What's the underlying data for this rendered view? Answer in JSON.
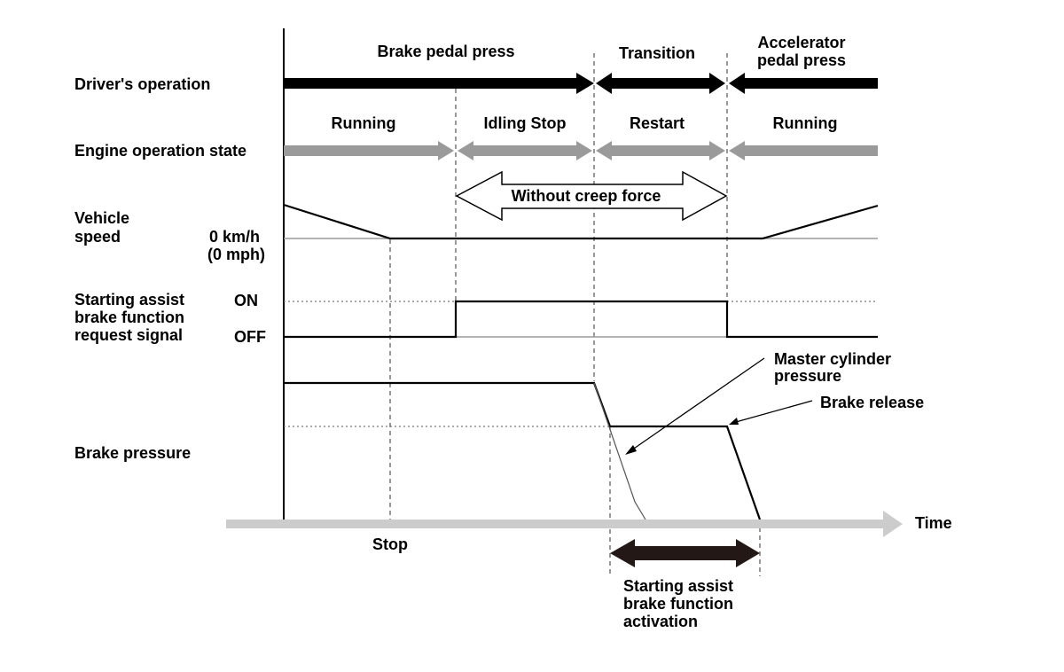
{
  "row_labels": {
    "driver_operation": "Driver's operation",
    "engine_state": "Engine operation state",
    "vehicle_speed": [
      "Vehicle",
      "speed"
    ],
    "request_signal": [
      "Starting assist",
      "brake function",
      "request signal"
    ],
    "brake_pressure": "Brake pressure"
  },
  "driver_phases": {
    "brake_pedal_press": "Brake pedal press",
    "transition": "Transition",
    "accelerator_pedal_press": [
      "Accelerator",
      "pedal press"
    ]
  },
  "engine_phases": {
    "running_1": "Running",
    "idling_stop": "Idling Stop",
    "restart": "Restart",
    "running_2": "Running"
  },
  "creep_label": "Without creep force",
  "speed_zero": [
    "0 km/h",
    "(0 mph)"
  ],
  "signal_levels": {
    "on": "ON",
    "off": "OFF"
  },
  "annotations": {
    "master_cylinder": [
      "Master cylinder",
      "pressure"
    ],
    "brake_release": "Brake release",
    "stop": "Stop",
    "time": "Time",
    "activation": [
      "Starting assist",
      "brake function",
      "activation"
    ]
  },
  "colors": {
    "driver_arrow": "#000000",
    "engine_arrow": "#9a9a9a",
    "time_axis": "#cccccc",
    "baseline": "#9a9a9a",
    "activation_arrow": "#231815"
  }
}
